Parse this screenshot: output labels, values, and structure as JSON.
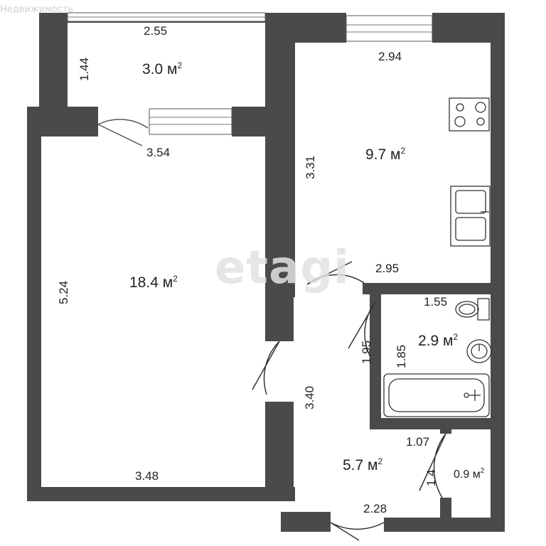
{
  "watermark_top": "Недвижимость",
  "watermark_center": "etagi",
  "rooms": [
    {
      "id": "balcony",
      "area": "3.0 м",
      "sup": "2"
    },
    {
      "id": "kitchen",
      "area": "9.7 м",
      "sup": "2"
    },
    {
      "id": "living",
      "area": "18.4 м",
      "sup": "2"
    },
    {
      "id": "bathroom",
      "area": "2.9 м",
      "sup": "2"
    },
    {
      "id": "hall",
      "area": "5.7 м",
      "sup": "2"
    },
    {
      "id": "storage",
      "area": "0.9 м",
      "sup": "2"
    }
  ],
  "dimensions": {
    "balcony_width": "2.55",
    "balcony_depth": "1.44",
    "living_top": "3.54",
    "living_side": "5.24",
    "living_bottom": "3.48",
    "kitchen_top": "2.94",
    "kitchen_side": "3.31",
    "kitchen_bottom": "2.95",
    "bath_top": "1.55",
    "bath_side": "1.85",
    "bath_left": "1.95",
    "hall_side": "3.40",
    "storage_top": "1.07",
    "storage_side": "1.4",
    "hall_bottom": "2.28"
  }
}
